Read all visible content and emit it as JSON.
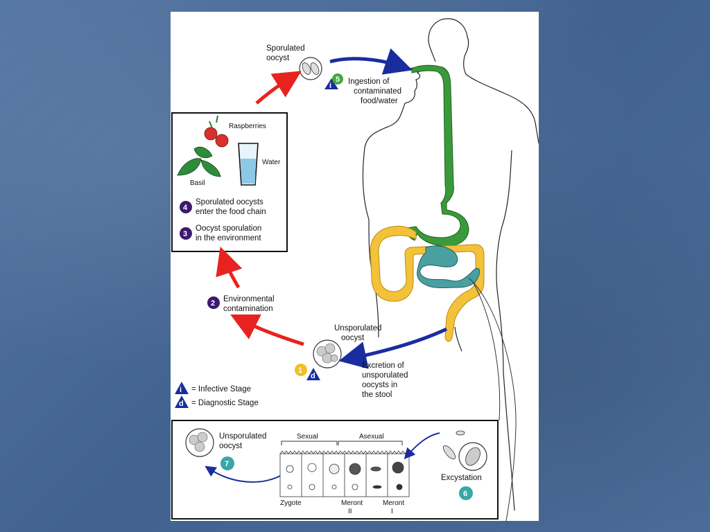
{
  "diagram": {
    "sporulated_oocyst": [
      "Sporulated",
      "oocyst"
    ],
    "ingestion": [
      "Ingestion of",
      "contaminated",
      "food/water"
    ],
    "food_box": {
      "raspberries": "Raspberries",
      "water": "Water",
      "basil": "Basil",
      "step4": [
        "Sporulated oocysts",
        "enter the food chain"
      ],
      "step3": [
        "Oocyst sporulation",
        "in the environment"
      ]
    },
    "environmental": [
      "Environmental",
      "contamination"
    ],
    "unsporulated_oocyst": [
      "Unsporulated",
      "oocyst"
    ],
    "excretion": [
      "Excretion of",
      "unsporulated",
      "oocysts in",
      "the stool"
    ],
    "legend": {
      "infective": "= Infective Stage",
      "diagnostic": "= Diagnostic Stage"
    },
    "inner_box": {
      "unsporulated": [
        "Unsporulated",
        "oocyst"
      ],
      "sexual": "Sexual",
      "asexual": "Asexual",
      "zygote": "Zygote",
      "meront2": [
        "Meront",
        "II"
      ],
      "meront1": [
        "Meront",
        "I"
      ],
      "excystation": "Excystation"
    },
    "badges": {
      "n1": "1",
      "n2": "2",
      "n3": "3",
      "n4": "4",
      "n5": "5",
      "n6": "6",
      "n7": "7",
      "i": "i",
      "d": "d"
    },
    "colors": {
      "red_arrow": "#e8231f",
      "blue_arrow": "#1a2d9e",
      "green_stage": "#3faa3f",
      "purple_stage": "#3c1a6e",
      "teal_stage": "#3aa6a6",
      "yellow_stage": "#f0c020",
      "digestive_green": "#3a9a3a",
      "intestine_teal": "#4aa0a0",
      "colon_yellow": "#f4c238"
    }
  }
}
